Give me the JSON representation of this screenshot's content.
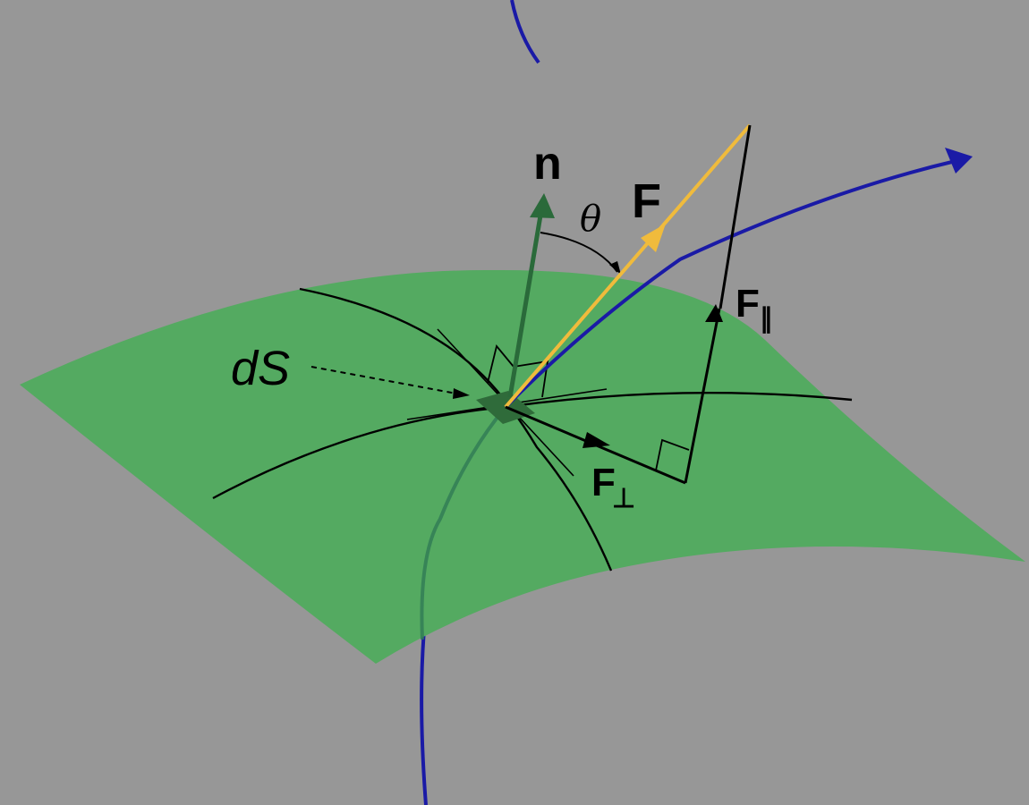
{
  "labels": {
    "normal": "n",
    "force": "F",
    "angle": "θ",
    "surface_element": "dS",
    "perp_base": "F",
    "perp_sub": "⊥",
    "par_base": "F",
    "par_sub": "∥"
  },
  "colors": {
    "background": "#979797",
    "surface": "#54aa61",
    "surface_patch": "#2f6b3a",
    "normal_vector": "#2a6a3a",
    "force_vector": "#f0bb3c",
    "field_line": "#1a1aa6",
    "construction_lines": "#000000"
  }
}
